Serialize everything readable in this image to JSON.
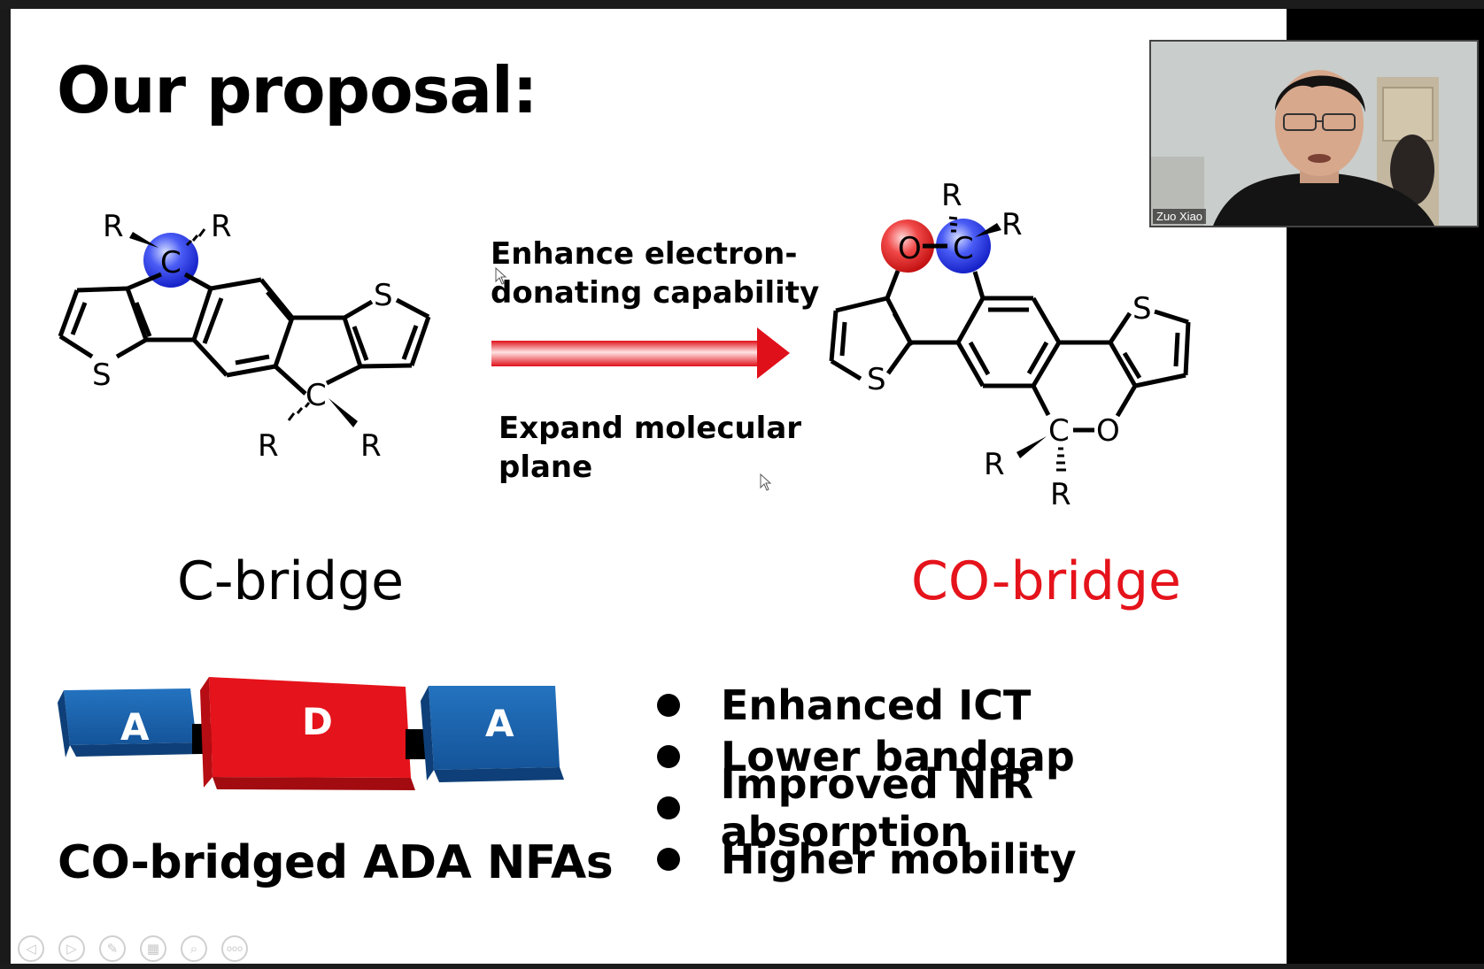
{
  "slide": {
    "title": "Our proposal:",
    "c_bridge_label": "C-bridge",
    "co_bridge_label": "CO-bridge",
    "arrow_top_text": "Enhance electron-donating capability",
    "arrow_bottom_text": "Expand molecular plane",
    "molecule_atoms": {
      "carbon": "C",
      "oxygen": "O",
      "sulfur": "S",
      "substituent": "R"
    },
    "nfa_blocks": [
      "A",
      "D",
      "A"
    ],
    "nfa_caption": "CO-bridged ADA NFAs",
    "bullets": [
      "Enhanced ICT",
      "Lower bandgap",
      "Improved NIR absorption",
      "Higher mobility"
    ]
  },
  "video": {
    "participant_name": "Zuo Xiao"
  },
  "controls": {
    "icons": [
      "prev-icon",
      "next-icon",
      "pen-icon",
      "slides-icon",
      "zoom-icon",
      "more-icon"
    ],
    "more_text": "ooo"
  },
  "colors": {
    "accent_red": "#e5131b",
    "block_blue": "#1a64b0",
    "block_red": "#e5131b",
    "carbon_highlight": "#1d2fe0",
    "oxygen_highlight": "#e0252a"
  }
}
